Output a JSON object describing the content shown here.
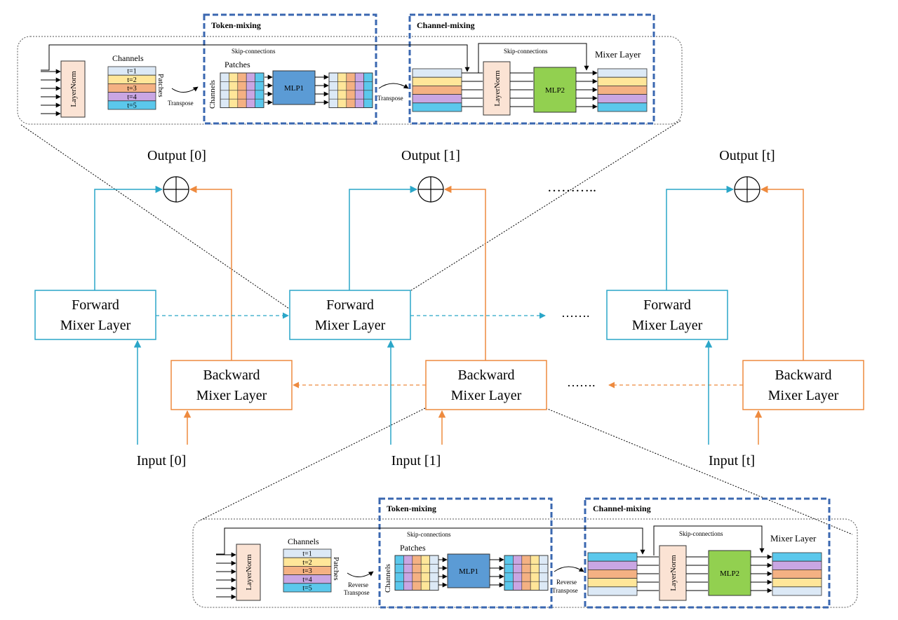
{
  "colors": {
    "forward": "#2AA6C8",
    "backward": "#EE8A3E",
    "box_dash": "#3A67B0",
    "layernorm_fill": "#FBE3D4",
    "mlp1_fill": "#5B9BD5",
    "mlp2_fill": "#92D050",
    "row_colors": [
      "#DCE9F6",
      "#FFE699",
      "#F4B183",
      "#C9A6E3",
      "#5BC8EC"
    ]
  },
  "main": {
    "outputs": [
      "Output [0]",
      "Output [1]",
      "Output [t]"
    ],
    "inputs": [
      "Input [0]",
      "Input [1]",
      "Input [t]"
    ],
    "forward_label_1": "Forward",
    "forward_label_2": "Mixer Layer",
    "backward_label_1": "Backward",
    "backward_label_2": "Mixer Layer",
    "dots_top": "………..",
    "dots_mid": "…….",
    "dots_low": "……."
  },
  "top_detail": {
    "token_mixing": "Token-mixing",
    "channel_mixing": "Channel-mixing",
    "layernorm": "LayerNorm",
    "channels": "Channels",
    "patches_side": "Patches",
    "patches_top": "Patches",
    "channels_side": "Channels",
    "transpose_1": "Transpose",
    "transpose_2": "Transpose",
    "skip_1": "Skip-connections",
    "skip_2": "Skip-connections",
    "mlp1": "MLP1",
    "mlp2": "MLP2",
    "mixer_layer": "Mixer Layer",
    "rows": [
      "t=1",
      "t=2",
      "t=3",
      "t=4",
      "t=5"
    ]
  },
  "bottom_detail": {
    "token_mixing": "Token-mixing",
    "channel_mixing": "Channel-mixing",
    "layernorm": "LayerNorm",
    "channels": "Channels",
    "patches_side": "Patches",
    "patches_top": "Patches",
    "channels_side": "Channels",
    "reverse_1": "Reverse",
    "transpose_1": "Transpose",
    "reverse_2": "Reverse",
    "transpose_2": "Transpose",
    "skip_1": "Skip-connections",
    "skip_2": "Skip-connections",
    "mlp1": "MLP1",
    "mlp2": "MLP2",
    "mixer_layer": "Mixer Layer",
    "rows": [
      "t=1",
      "t=2",
      "t=3",
      "t=4",
      "t=5"
    ]
  }
}
